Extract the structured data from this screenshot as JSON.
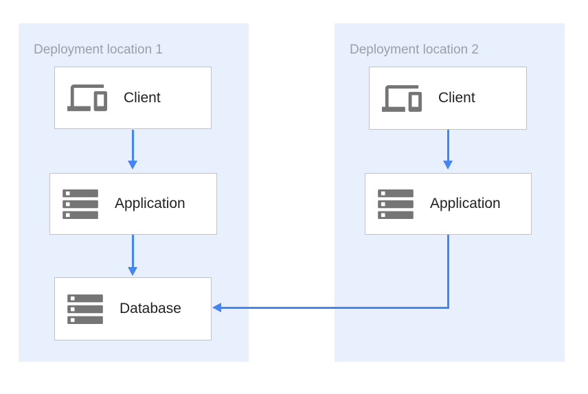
{
  "diagram": {
    "panels": [
      {
        "title": "Deployment location 1",
        "nodes": [
          {
            "label": "Client",
            "icon": "devices-icon"
          },
          {
            "label": "Application",
            "icon": "storage-icon"
          },
          {
            "label": "Database",
            "icon": "storage-icon"
          }
        ]
      },
      {
        "title": "Deployment location 2",
        "nodes": [
          {
            "label": "Client",
            "icon": "devices-icon"
          },
          {
            "label": "Application",
            "icon": "storage-icon"
          }
        ]
      }
    ],
    "edges": [
      {
        "from": "client-location-1",
        "to": "application-location-1",
        "shape": "straight-down"
      },
      {
        "from": "application-location-1",
        "to": "database-location-1",
        "shape": "straight-down"
      },
      {
        "from": "client-location-2",
        "to": "application-location-2",
        "shape": "straight-down"
      },
      {
        "from": "application-location-2",
        "to": "database-location-1",
        "shape": "elbow-down-then-left"
      }
    ],
    "colors": {
      "page_background": "#ffffff",
      "panel_background": "#e8f0fe",
      "panel_title": "#9aa0a6",
      "node_background": "#ffffff",
      "node_border": "#c2c2c2",
      "node_label": "#212121",
      "icon": "#757575",
      "arrow": "#4285f4"
    }
  }
}
